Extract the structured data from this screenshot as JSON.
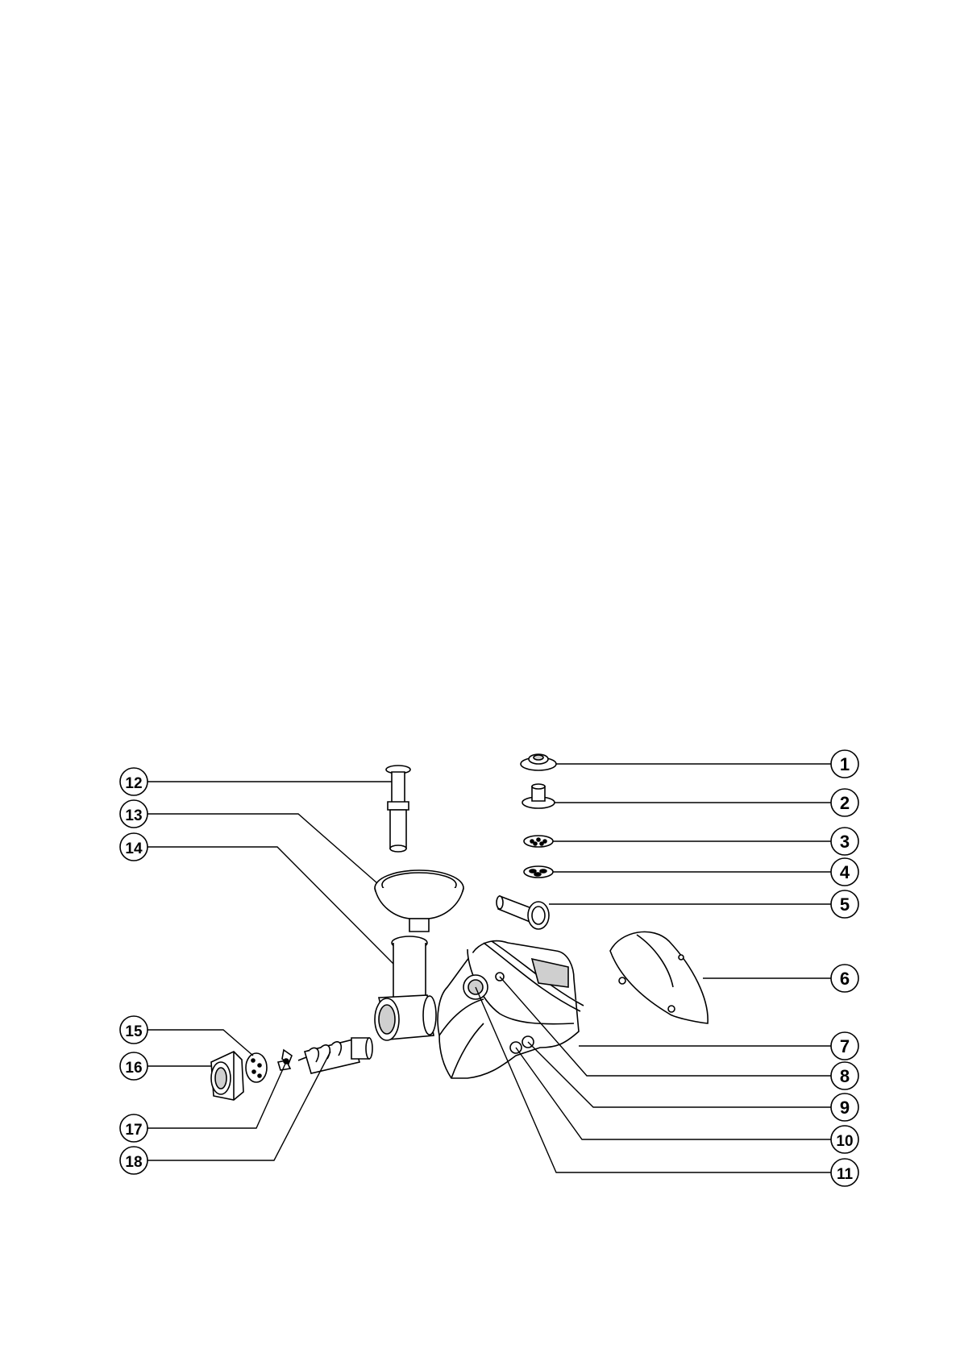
{
  "diagram": {
    "colors": {
      "ink": "#000000",
      "paper": "#ffffff",
      "shade": "#cfcfcf",
      "dark": "#5a5a5a"
    },
    "callouts": [
      {
        "number": "1"
      },
      {
        "number": "2"
      },
      {
        "number": "3"
      },
      {
        "number": "4"
      },
      {
        "number": "5"
      },
      {
        "number": "6"
      },
      {
        "number": "7"
      },
      {
        "number": "8"
      },
      {
        "number": "9"
      },
      {
        "number": "10"
      },
      {
        "number": "11"
      },
      {
        "number": "12"
      },
      {
        "number": "13"
      },
      {
        "number": "14"
      },
      {
        "number": "15"
      },
      {
        "number": "16"
      },
      {
        "number": "17"
      },
      {
        "number": "18"
      }
    ]
  }
}
